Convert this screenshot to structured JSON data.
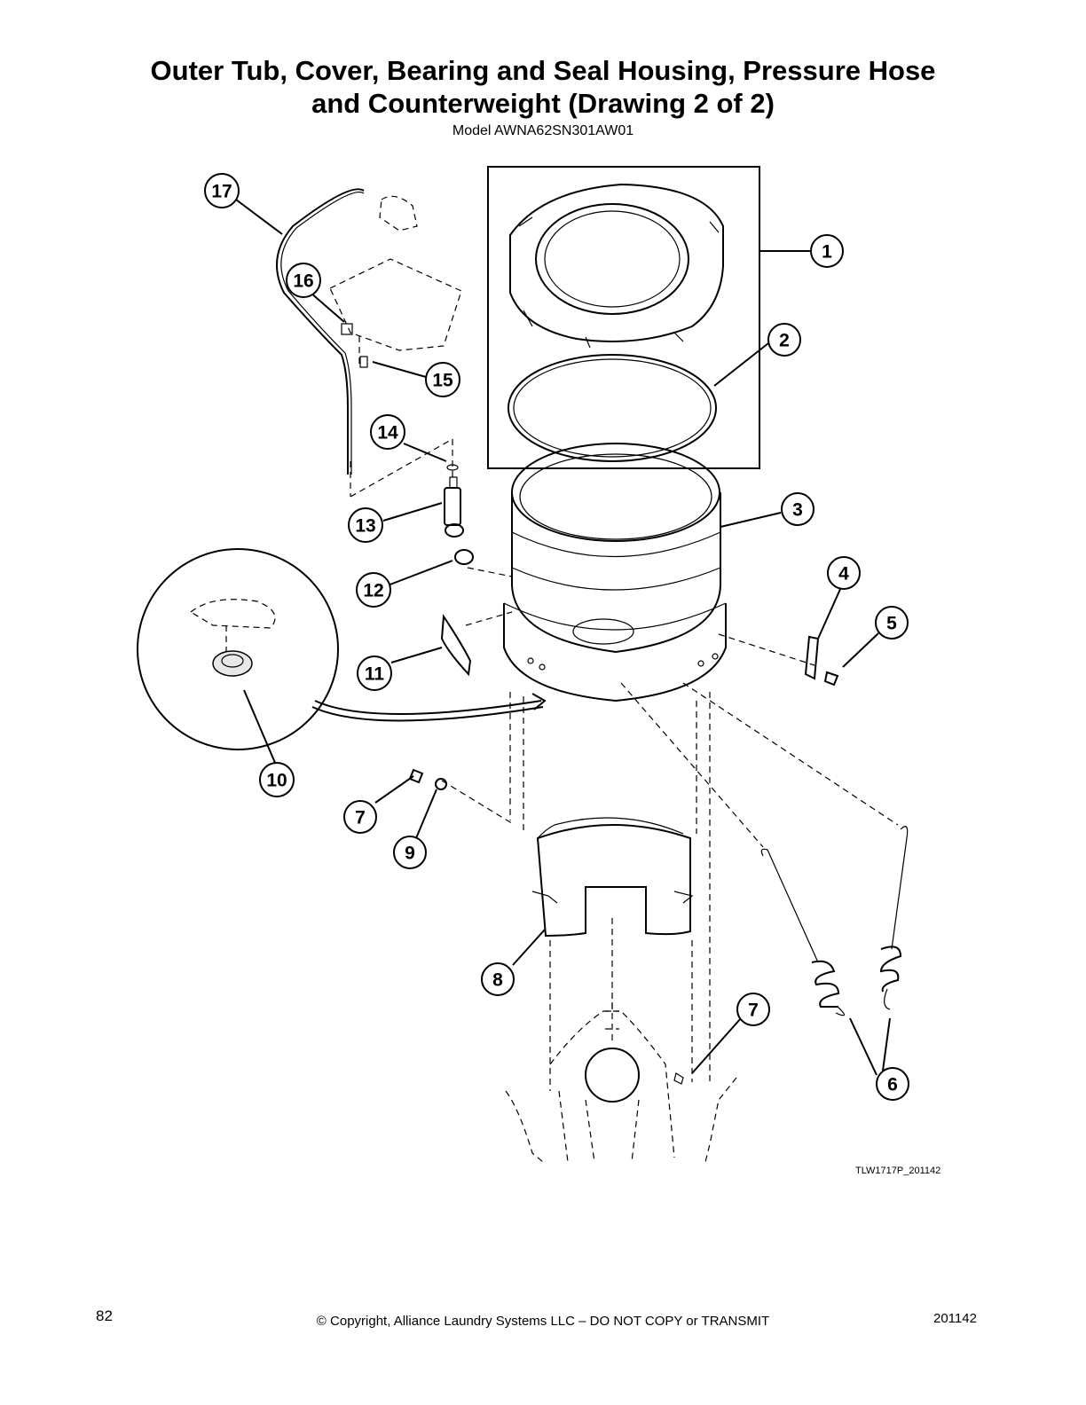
{
  "header": {
    "title_line1": "Outer Tub, Cover, Bearing and Seal Housing, Pressure Hose",
    "title_line2": "and Counterweight (Drawing 2 of 2)",
    "model": "Model AWNA62SN301AW01"
  },
  "callouts": [
    "1",
    "2",
    "3",
    "4",
    "5",
    "6",
    "7",
    "7",
    "8",
    "9",
    "10",
    "11",
    "12",
    "13",
    "14",
    "15",
    "16",
    "17"
  ],
  "drawing_code": "TLW1717P_201142",
  "footer": {
    "page_number": "82",
    "copyright": "© Copyright, Alliance Laundry Systems LLC – DO NOT COPY or TRANSMIT",
    "doc_code": "201142"
  }
}
